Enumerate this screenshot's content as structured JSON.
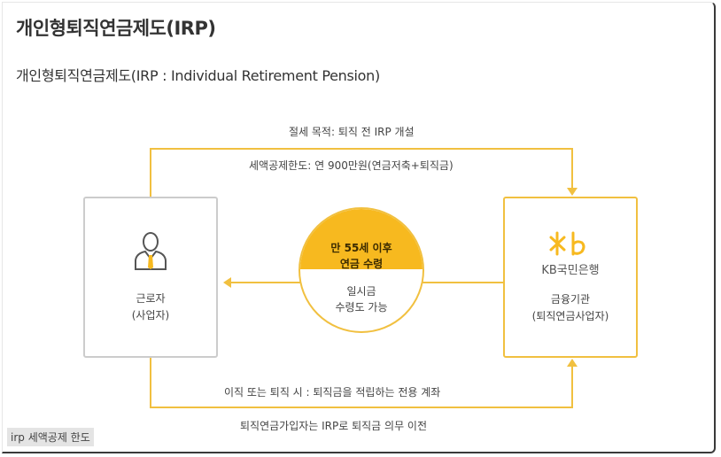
{
  "title": "개인형퇴직연금제도(IRP)",
  "subtitle": "개인형퇴직연금제도(IRP : Individual Retirement Pension)",
  "diagram": {
    "top_label": "절세 목적: 퇴직 전 IRP 개설",
    "top_sublabel": "세액공제한도: 연 900만원(연금저축+퇴직금)",
    "worker": {
      "line1": "근로자",
      "line2": "(사업자)",
      "icon": "worker-icon"
    },
    "bank": {
      "brand": "KB국민은행",
      "line1": "금융기관",
      "line2": "(퇴직연금사업자)",
      "icon": "kb-logo-icon"
    },
    "circle": {
      "top_line1": "만 55세 이후",
      "top_line2": "연금 수령",
      "bottom_line1": "일시금",
      "bottom_line2": "수령도 가능"
    },
    "bottom_label": "이직 또는 퇴직 시 : 퇴직금을 적립하는 전용 계좌",
    "bottom_sublabel": "퇴직연금가입자는 IRP로 퇴직금 의무 이전"
  },
  "caption": "irp 세액공제 한도",
  "colors": {
    "accent": "#f1c040",
    "accent_dark": "#f7b91f",
    "worker_border": "#cccccc"
  }
}
